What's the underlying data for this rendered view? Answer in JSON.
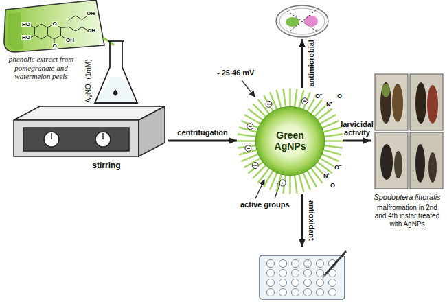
{
  "diagram": {
    "nodes": [
      {
        "text": [
          "phenolic extract from pomegranate and watermelon peels"
        ]
      },
      {
        "text": [
          "AgNO₃ (1mM)",
          "stirring"
        ]
      },
      {
        "text": [
          "Green AgNPs"
        ]
      },
      {
        "text": []
      },
      {
        "text": [
          "Spodoptera littoralis",
          "malfromation in 2nd and 4th instar treated with AgNPs"
        ]
      },
      {
        "text": []
      }
    ],
    "edges": [
      {
        "from": 1,
        "to": 2,
        "label": "centrifugation",
        "arrow": "to"
      },
      {
        "from": 2,
        "to": 3,
        "label": "antimicrobial",
        "arrow": "to"
      },
      {
        "from": 2,
        "to": 4,
        "label": "larvicidal activity",
        "arrow": "to"
      },
      {
        "from": 2,
        "to": 5,
        "label": "antioxidant",
        "arrow": "to"
      }
    ],
    "labels": [
      "- 25.46 mV",
      "active groups",
      "HO",
      "HO",
      "OH",
      "OH",
      "OH",
      "O",
      "O",
      "O⁻",
      "N⁺",
      "O",
      "O⁻",
      "N⁺",
      "O"
    ]
  }
}
